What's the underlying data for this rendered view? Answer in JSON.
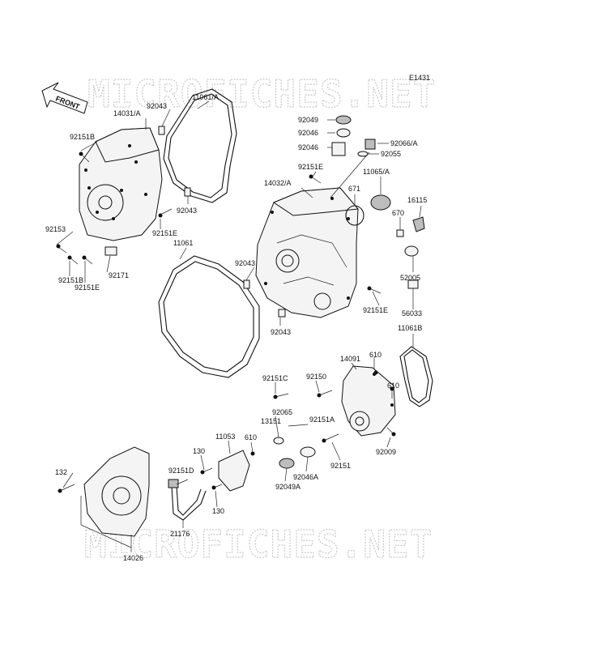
{
  "diagram": {
    "code": "E1431",
    "front_label": "FRONT",
    "watermark": "MICROFICHES.NET",
    "labels": [
      {
        "id": "l11061a",
        "text": "11061/A"
      },
      {
        "id": "l92043a",
        "text": "92043"
      },
      {
        "id": "l14031a",
        "text": "14031/A"
      },
      {
        "id": "l92151b1",
        "text": "92151B"
      },
      {
        "id": "l92043b",
        "text": "92043"
      },
      {
        "id": "l92151e1",
        "text": "92151E"
      },
      {
        "id": "l92153",
        "text": "92153"
      },
      {
        "id": "l11061",
        "text": "11061"
      },
      {
        "id": "l92151b2",
        "text": "92151B"
      },
      {
        "id": "l92151e2",
        "text": "92151E"
      },
      {
        "id": "l92171",
        "text": "92171"
      },
      {
        "id": "l92049",
        "text": "92049"
      },
      {
        "id": "l92046a",
        "text": "92046"
      },
      {
        "id": "l92046b",
        "text": "92046"
      },
      {
        "id": "l92151e3",
        "text": "92151E"
      },
      {
        "id": "l14032a",
        "text": "14032/A"
      },
      {
        "id": "l92066a",
        "text": "92066/A"
      },
      {
        "id": "l92055",
        "text": "92055"
      },
      {
        "id": "l11065a",
        "text": "11065/A"
      },
      {
        "id": "l671",
        "text": "671"
      },
      {
        "id": "l16115",
        "text": "16115"
      },
      {
        "id": "l670",
        "text": "670"
      },
      {
        "id": "l92043c",
        "text": "92043"
      },
      {
        "id": "l52005",
        "text": "52005"
      },
      {
        "id": "l56033",
        "text": "56033"
      },
      {
        "id": "l92151e4",
        "text": "92151E"
      },
      {
        "id": "l92043d",
        "text": "92043"
      },
      {
        "id": "l11061b",
        "text": "11061B"
      },
      {
        "id": "l14091",
        "text": "14091"
      },
      {
        "id": "l610a",
        "text": "610"
      },
      {
        "id": "l610b",
        "text": "610"
      },
      {
        "id": "l92151c",
        "text": "92151C"
      },
      {
        "id": "l92150",
        "text": "92150"
      },
      {
        "id": "l92065",
        "text": "92065"
      },
      {
        "id": "l13151",
        "text": "13151"
      },
      {
        "id": "l92151a",
        "text": "92151A"
      },
      {
        "id": "l11053",
        "text": "11053"
      },
      {
        "id": "l610c",
        "text": "610"
      },
      {
        "id": "l130a",
        "text": "130"
      },
      {
        "id": "l92009",
        "text": "92009"
      },
      {
        "id": "l92151",
        "text": "92151"
      },
      {
        "id": "l92046a2",
        "text": "92046A"
      },
      {
        "id": "l92049a",
        "text": "92049A"
      },
      {
        "id": "l92151d",
        "text": "92151D"
      },
      {
        "id": "l132",
        "text": "132"
      },
      {
        "id": "l130b",
        "text": "130"
      },
      {
        "id": "l21176",
        "text": "21176"
      },
      {
        "id": "l14026",
        "text": "14026"
      }
    ]
  }
}
